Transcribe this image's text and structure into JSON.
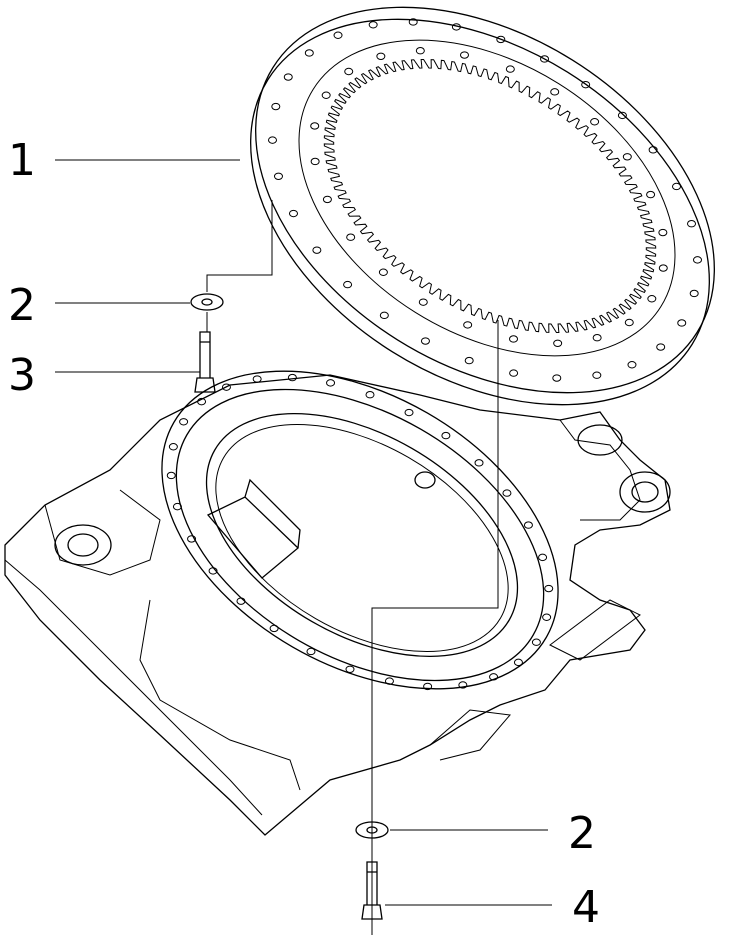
{
  "callouts": {
    "slewing_ring": "1",
    "washer_upper": "2",
    "bolt_upper": "3",
    "washer_lower": "2",
    "bolt_lower": "4"
  }
}
